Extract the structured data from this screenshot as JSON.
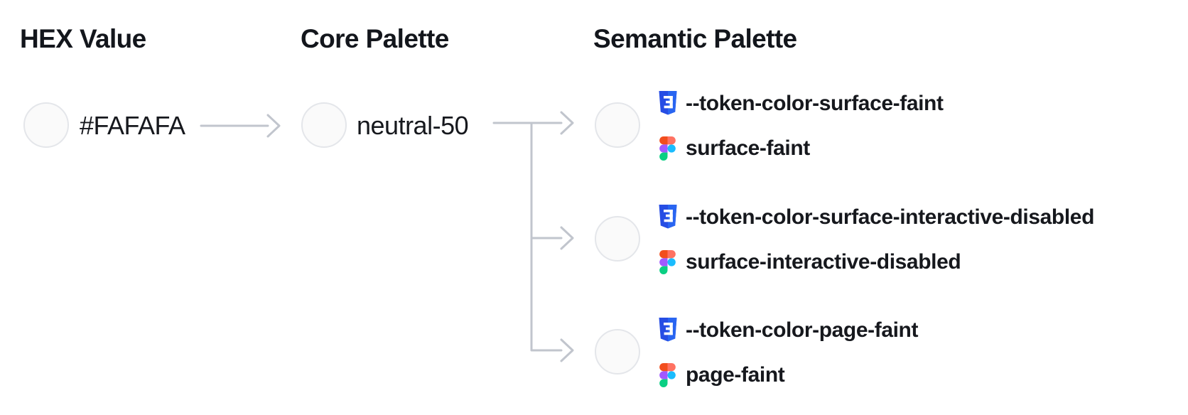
{
  "headings": {
    "hex": "HEX Value",
    "core": "Core Palette",
    "semantic": "Semantic Palette"
  },
  "hex": {
    "label": "#FAFAFA",
    "swatch_color": "#FAFAFA"
  },
  "core": {
    "label": "neutral-50",
    "swatch_color": "#FAFAFA"
  },
  "semantic_tokens": [
    {
      "css_variable": "--token-color-surface-faint",
      "figma_name": "surface-faint",
      "swatch_color": "#FAFAFA"
    },
    {
      "css_variable": "--token-color-surface-interactive-disabled",
      "figma_name": "surface-interactive-disabled",
      "swatch_color": "#FAFAFA"
    },
    {
      "css_variable": "--token-color-page-faint",
      "figma_name": "page-faint",
      "swatch_color": "#FAFAFA"
    }
  ],
  "colors": {
    "background": "#FFFFFF",
    "text": "#16181D",
    "arrow_line": "#C1C5CD",
    "swatch_border": "#E4E6EA",
    "css_badge_dark": "#264DE4",
    "css_badge_light": "#2965F1",
    "figma_orange": "#F24E1E",
    "figma_salmon": "#FF7262",
    "figma_purple": "#A259FF",
    "figma_blue": "#1ABCFE",
    "figma_green": "#0ACF83"
  }
}
